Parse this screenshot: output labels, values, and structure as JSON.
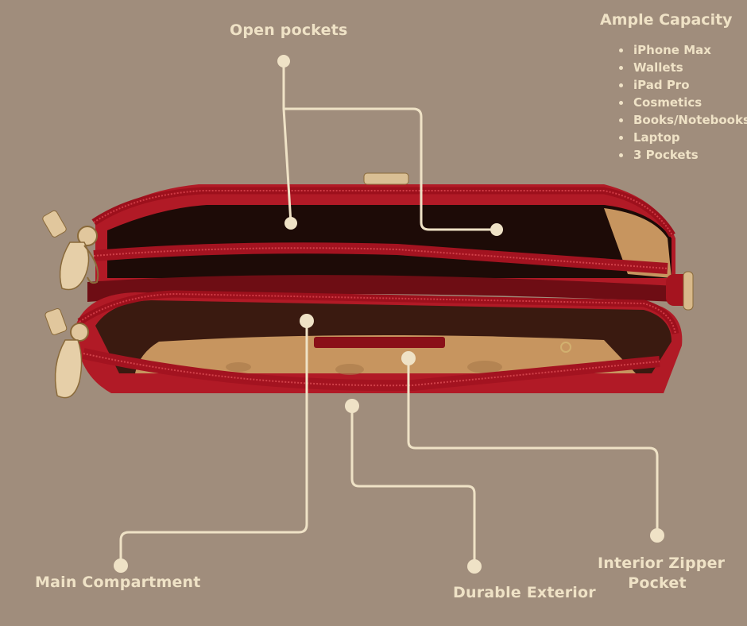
{
  "callouts": {
    "open_pockets": "Open pockets",
    "main_compartment": "Main Compartment",
    "durable_exterior": "Durable Exterior",
    "interior_zipper_pocket_line1": "Interior Zipper",
    "interior_zipper_pocket_line2": "Pocket"
  },
  "capacity": {
    "title": "Ample Capacity",
    "items": [
      "iPhone Max",
      "Wallets",
      "iPad Pro",
      "Cosmetics",
      "Books/Notebooks",
      "Laptop",
      "3 Pockets"
    ]
  },
  "colors": {
    "background": "#a08d7c",
    "accent": "#efe2c6",
    "bag_red": "#a5141f",
    "lining": "#c7955f",
    "hardware_gold": "#d8b98a"
  }
}
